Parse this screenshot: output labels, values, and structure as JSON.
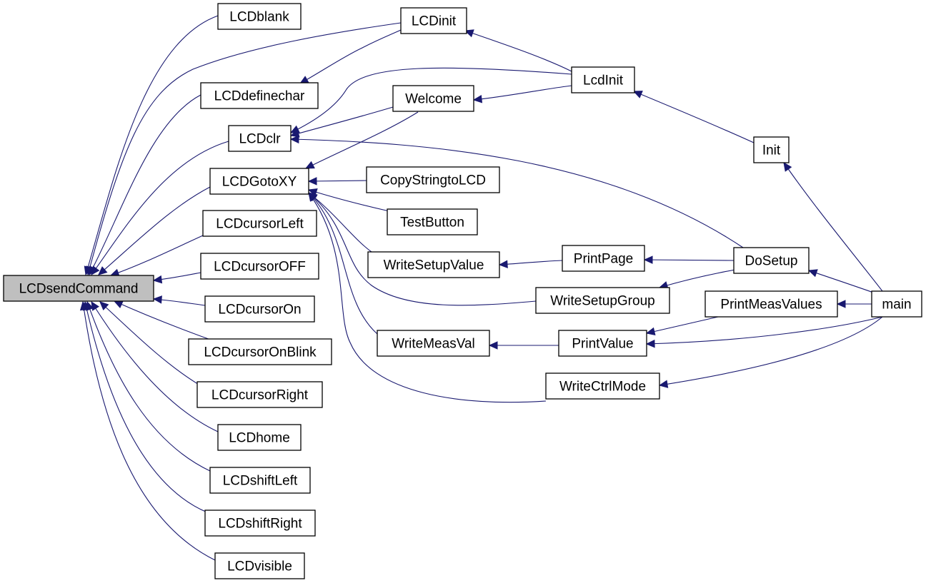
{
  "diagram": {
    "root": "n_send",
    "nodes": [
      {
        "id": "n_send",
        "label": "LCDsendCommand"
      },
      {
        "id": "n_blank",
        "label": "LCDblank"
      },
      {
        "id": "n_definechar",
        "label": "LCDdefinechar"
      },
      {
        "id": "n_clr",
        "label": "LCDclr"
      },
      {
        "id": "n_gotoxy",
        "label": "LCDGotoXY"
      },
      {
        "id": "n_cleft",
        "label": "LCDcursorLeft"
      },
      {
        "id": "n_coff",
        "label": "LCDcursorOFF"
      },
      {
        "id": "n_con",
        "label": "LCDcursorOn"
      },
      {
        "id": "n_conblink",
        "label": "LCDcursorOnBlink"
      },
      {
        "id": "n_cright",
        "label": "LCDcursorRight"
      },
      {
        "id": "n_home",
        "label": "LCDhome"
      },
      {
        "id": "n_sleft",
        "label": "LCDshiftLeft"
      },
      {
        "id": "n_sright",
        "label": "LCDshiftRight"
      },
      {
        "id": "n_visible",
        "label": "LCDvisible"
      },
      {
        "id": "n_init",
        "label": "LCDinit"
      },
      {
        "id": "n_welcome",
        "label": "Welcome"
      },
      {
        "id": "n_copystr",
        "label": "CopyStringtoLCD"
      },
      {
        "id": "n_testbtn",
        "label": "TestButton"
      },
      {
        "id": "n_wsv",
        "label": "WriteSetupValue"
      },
      {
        "id": "n_wsg",
        "label": "WriteSetupGroup"
      },
      {
        "id": "n_wmv",
        "label": "WriteMeasVal"
      },
      {
        "id": "n_wcm",
        "label": "WriteCtrlMode"
      },
      {
        "id": "n_lcdinit2",
        "label": "LcdInit"
      },
      {
        "id": "n_printpage",
        "label": "PrintPage"
      },
      {
        "id": "n_printvalue",
        "label": "PrintValue"
      },
      {
        "id": "n_initfn",
        "label": "Init"
      },
      {
        "id": "n_dosetup",
        "label": "DoSetup"
      },
      {
        "id": "n_pmv",
        "label": "PrintMeasValues"
      },
      {
        "id": "n_main",
        "label": "main"
      }
    ],
    "edges": [
      {
        "from": "n_blank",
        "to": "n_send"
      },
      {
        "from": "n_definechar",
        "to": "n_send"
      },
      {
        "from": "n_clr",
        "to": "n_send"
      },
      {
        "from": "n_gotoxy",
        "to": "n_send"
      },
      {
        "from": "n_cleft",
        "to": "n_send"
      },
      {
        "from": "n_coff",
        "to": "n_send"
      },
      {
        "from": "n_con",
        "to": "n_send"
      },
      {
        "from": "n_conblink",
        "to": "n_send"
      },
      {
        "from": "n_cright",
        "to": "n_send"
      },
      {
        "from": "n_home",
        "to": "n_send"
      },
      {
        "from": "n_sleft",
        "to": "n_send"
      },
      {
        "from": "n_sright",
        "to": "n_send"
      },
      {
        "from": "n_visible",
        "to": "n_send"
      },
      {
        "from": "n_init",
        "to": "n_send"
      },
      {
        "from": "n_init",
        "to": "n_definechar"
      },
      {
        "from": "n_lcdinit2",
        "to": "n_init"
      },
      {
        "from": "n_lcdinit2",
        "to": "n_clr"
      },
      {
        "from": "n_welcome",
        "to": "n_clr"
      },
      {
        "from": "n_dosetup",
        "to": "n_clr"
      },
      {
        "from": "n_welcome",
        "to": "n_gotoxy"
      },
      {
        "from": "n_copystr",
        "to": "n_gotoxy"
      },
      {
        "from": "n_testbtn",
        "to": "n_gotoxy"
      },
      {
        "from": "n_wsv",
        "to": "n_gotoxy"
      },
      {
        "from": "n_wsg",
        "to": "n_gotoxy"
      },
      {
        "from": "n_wmv",
        "to": "n_gotoxy"
      },
      {
        "from": "n_wcm",
        "to": "n_gotoxy"
      },
      {
        "from": "n_lcdinit2",
        "to": "n_welcome"
      },
      {
        "from": "n_initfn",
        "to": "n_lcdinit2"
      },
      {
        "from": "n_main",
        "to": "n_initfn"
      },
      {
        "from": "n_printpage",
        "to": "n_wsv"
      },
      {
        "from": "n_dosetup",
        "to": "n_printpage"
      },
      {
        "from": "n_dosetup",
        "to": "n_wsg"
      },
      {
        "from": "n_main",
        "to": "n_dosetup"
      },
      {
        "from": "n_printvalue",
        "to": "n_wmv"
      },
      {
        "from": "n_pmv",
        "to": "n_printvalue"
      },
      {
        "from": "n_main",
        "to": "n_printvalue"
      },
      {
        "from": "n_main",
        "to": "n_pmv"
      },
      {
        "from": "n_main",
        "to": "n_wcm"
      }
    ]
  }
}
